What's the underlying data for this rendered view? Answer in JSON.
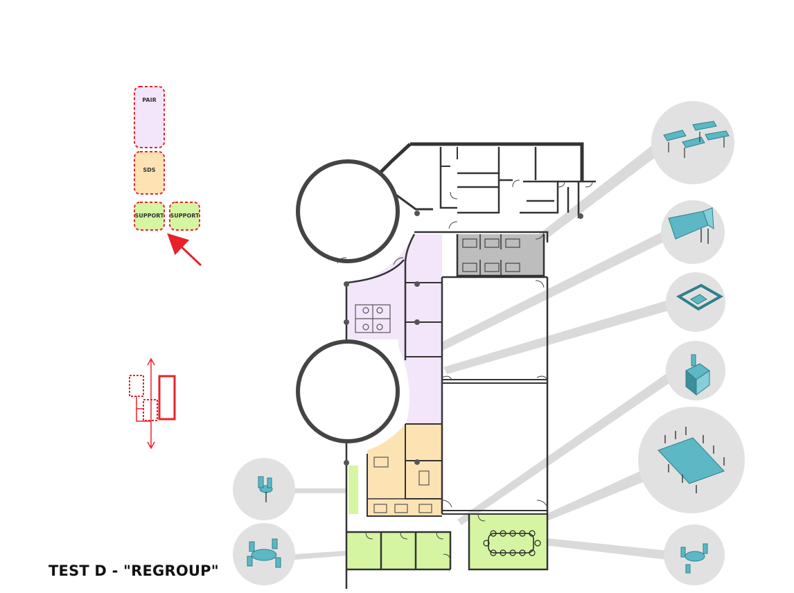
{
  "title": "TEST D - \"REGROUP\"",
  "legend": {
    "pair_label": "PAIR",
    "sds_label": "SDS",
    "support_label_1": "SUPPORT",
    "support_label_2": "SUPPORT"
  },
  "colors": {
    "pair": "#f3e6fb",
    "sds": "#fde3b4",
    "support": "#d6f5a2",
    "gray_office": "#bdbdbd",
    "legend_border": "#e8222a",
    "arrow": "#e8222a",
    "bubble": "#e1e1e1",
    "furniture": "#5bb8c4"
  },
  "bubbles": [
    {
      "icon": "bench-desks-icon"
    },
    {
      "icon": "lounge-screen-icon"
    },
    {
      "icon": "private-office-icon"
    },
    {
      "icon": "copier-icon"
    },
    {
      "icon": "conference-table-icon"
    },
    {
      "icon": "cafe-table-icon-right"
    },
    {
      "icon": "cafe-chair-icon"
    },
    {
      "icon": "cafe-table-icon-left"
    }
  ]
}
